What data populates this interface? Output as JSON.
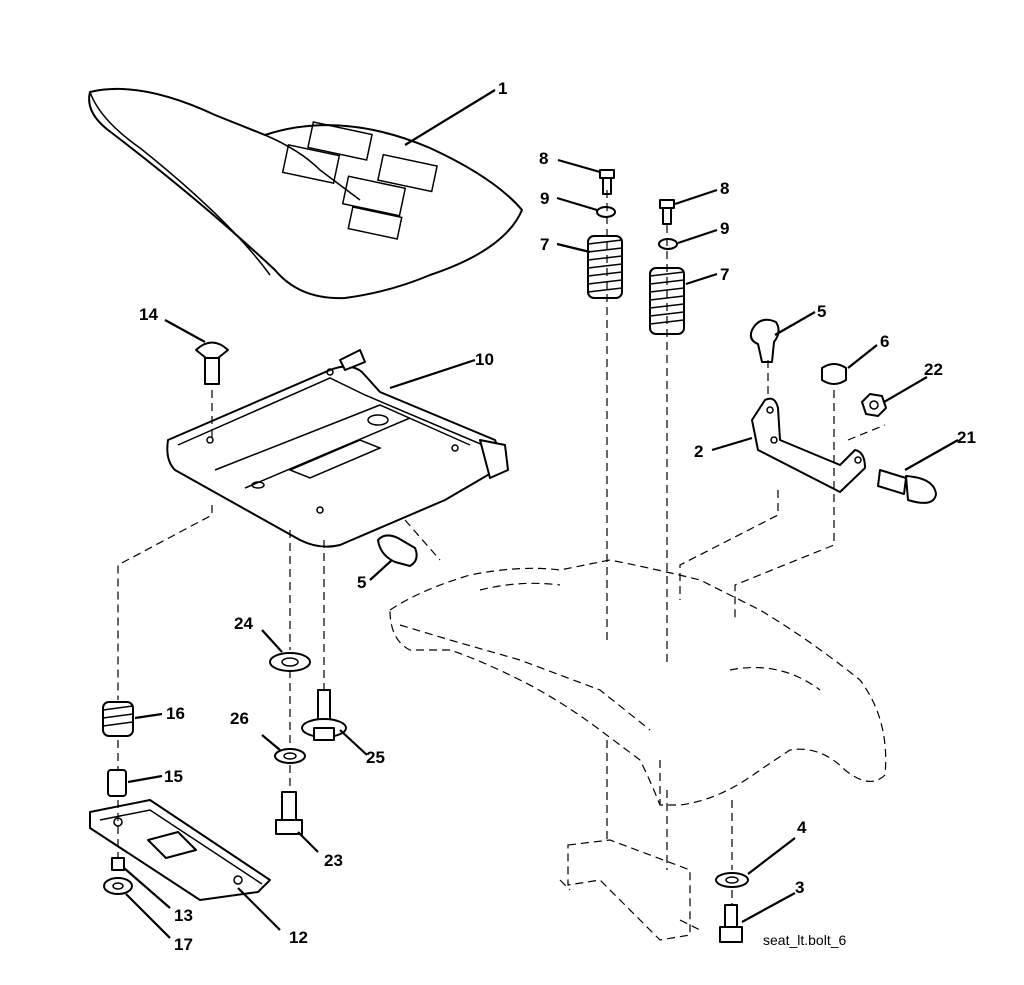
{
  "callouts": [
    "1",
    "2",
    "3",
    "4",
    "5",
    "5",
    "6",
    "7",
    "7",
    "8",
    "8",
    "9",
    "9",
    "10",
    "12",
    "13",
    "14",
    "15",
    "16",
    "17",
    "21",
    "22",
    "23",
    "24",
    "25",
    "26"
  ],
  "caption": "seat_lt.bolt_6"
}
